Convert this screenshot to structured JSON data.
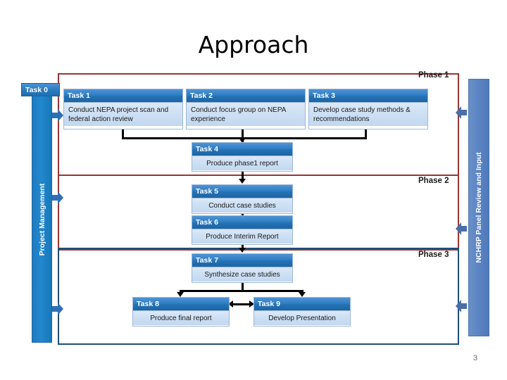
{
  "slide": {
    "title": "Approach",
    "page_number": "3"
  },
  "phases": [
    {
      "label": "Phase 1",
      "border_color": "#963634"
    },
    {
      "label": "Phase 2",
      "border_color": "#963634"
    },
    {
      "label": "Phase 3",
      "border_color": "#1F4E79"
    }
  ],
  "sidebars": {
    "left": {
      "chip_label": "Task 0",
      "bar_label": "Project Management",
      "color": "#2288cf"
    },
    "right": {
      "bar_label": "NCHRP Panel Review and Input",
      "color": "#5b85c4"
    }
  },
  "tasks": [
    {
      "id": "task1",
      "header": "Task 1",
      "body": "Conduct NEPA project scan and federal action review"
    },
    {
      "id": "task2",
      "header": "Task 2",
      "body": "Conduct focus group on NEPA experience"
    },
    {
      "id": "task3",
      "header": "Task 3",
      "body": "Develop case study methods & recommendations"
    },
    {
      "id": "task4",
      "header": "Task 4",
      "body": "Produce phase1 report"
    },
    {
      "id": "task5",
      "header": "Task 5",
      "body": "Conduct case studies"
    },
    {
      "id": "task6",
      "header": "Task 6",
      "body": "Produce Interim Report"
    },
    {
      "id": "task7",
      "header": "Task 7",
      "body": "Synthesize case studies"
    },
    {
      "id": "task8",
      "header": "Task 8",
      "body": "Produce final report"
    },
    {
      "id": "task9",
      "header": "Task 9",
      "body": "Develop Presentation"
    }
  ],
  "colors": {
    "task_header": "#2472b4",
    "task_body": "#cfe1f4",
    "connector": "#000000",
    "phase1_2_border": "#963634",
    "phase3_border": "#1F4E79"
  }
}
